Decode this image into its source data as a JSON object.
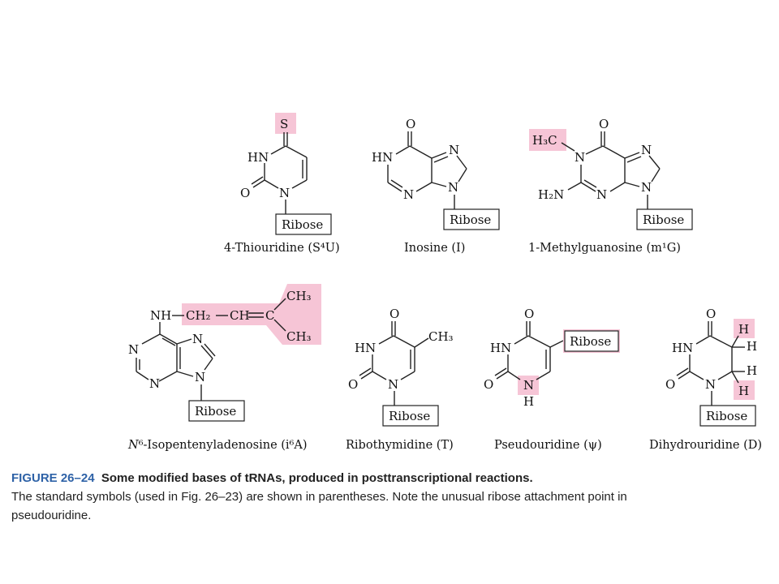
{
  "figure": {
    "label": "FIGURE 26–24",
    "title": "Some modified bases of tRNAs, produced in posttranscriptional reactions.",
    "body": "The standard symbols (used in Fig. 26–23) are shown in parentheses. Note the unusual ribose attachment point in pseudouridine.",
    "highlight_color": "#f6c5d6"
  },
  "structures": [
    {
      "name": "4-Thiouridine (S⁴U)",
      "sugar": "Ribose"
    },
    {
      "name": "Inosine (I)",
      "sugar": "Ribose"
    },
    {
      "name": "1-Methylguanosine (m¹G)",
      "sugar": "Ribose"
    },
    {
      "name_italic": "N",
      "name": "⁶-Isopentenyladenosine (i⁶A)",
      "sugar": "Ribose"
    },
    {
      "name": "Ribothymidine (T)",
      "sugar": "Ribose"
    },
    {
      "name": "Pseudouridine (ψ)",
      "sugar": "Ribose"
    },
    {
      "name": "Dihydrouridine (D)",
      "sugar": "Ribose"
    }
  ],
  "atoms": {
    "S": "S",
    "O": "O",
    "N": "N",
    "H": "H",
    "HN": "HN",
    "NH": "NH",
    "H3C": "H₃C",
    "H2N": "H₂N",
    "CH3": "CH₃",
    "CH2": "CH₂",
    "CH": "CH",
    "C": "C"
  }
}
